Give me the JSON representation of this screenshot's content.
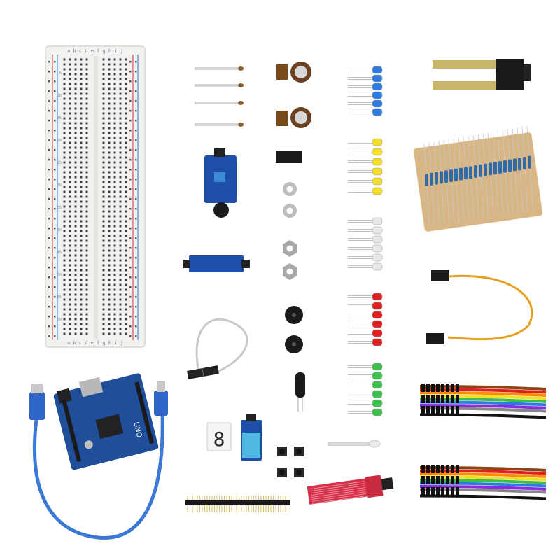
{
  "image": {
    "background": "#ffffff",
    "breadboard": {
      "column_letters_top": "a b c d e   f g h i j",
      "column_letters_bottom": "a b c d e   f g h i j",
      "row_numbers": [
        "5",
        "10",
        "15",
        "20",
        "25",
        "30",
        "35",
        "40",
        "45",
        "50",
        "55",
        "60"
      ]
    },
    "uno_board": {
      "label": "UNO"
    },
    "seven_segment": {
      "digit": "8"
    },
    "colors": {
      "breadboard": "#f2f2f0",
      "rail_red": "#d9534f",
      "rail_blue": "#4a90d9",
      "pcb_blue": "#1f4e9a",
      "module_blue": "#1d4fa8",
      "usb_cable": "#3a78d8",
      "led_blue": "#2d7be0",
      "led_yellow": "#f2df2a",
      "led_white": "#e9e9e9",
      "led_red": "#e02020",
      "led_green": "#3dbf4c",
      "soil_sensor": "#c8b56a",
      "water_sensor": "#d8304a",
      "jumper_wire": "#e8a020"
    },
    "objects": [
      {
        "name": "breadboard"
      },
      {
        "name": "uno-board"
      },
      {
        "name": "usb-cable"
      },
      {
        "name": "photoresistors"
      },
      {
        "name": "potentiometers"
      },
      {
        "name": "sound-sensor-module"
      },
      {
        "name": "ic-chip"
      },
      {
        "name": "nuts-washers"
      },
      {
        "name": "ir-module"
      },
      {
        "name": "buzzers"
      },
      {
        "name": "tilt-switch"
      },
      {
        "name": "seven-segment-display"
      },
      {
        "name": "dht11-sensor"
      },
      {
        "name": "push-buttons"
      },
      {
        "name": "pin-header"
      },
      {
        "name": "rgb-led"
      },
      {
        "name": "water-level-sensor"
      },
      {
        "name": "led-blue-set"
      },
      {
        "name": "led-yellow-set"
      },
      {
        "name": "led-white-set"
      },
      {
        "name": "led-red-set"
      },
      {
        "name": "led-green-set"
      },
      {
        "name": "soil-moisture-sensor"
      },
      {
        "name": "resistor-pack"
      },
      {
        "name": "jumper-cable-single"
      },
      {
        "name": "dupont-ribbon-top"
      },
      {
        "name": "dupont-ribbon-bottom"
      },
      {
        "name": "grey-jumper-cable"
      }
    ]
  }
}
